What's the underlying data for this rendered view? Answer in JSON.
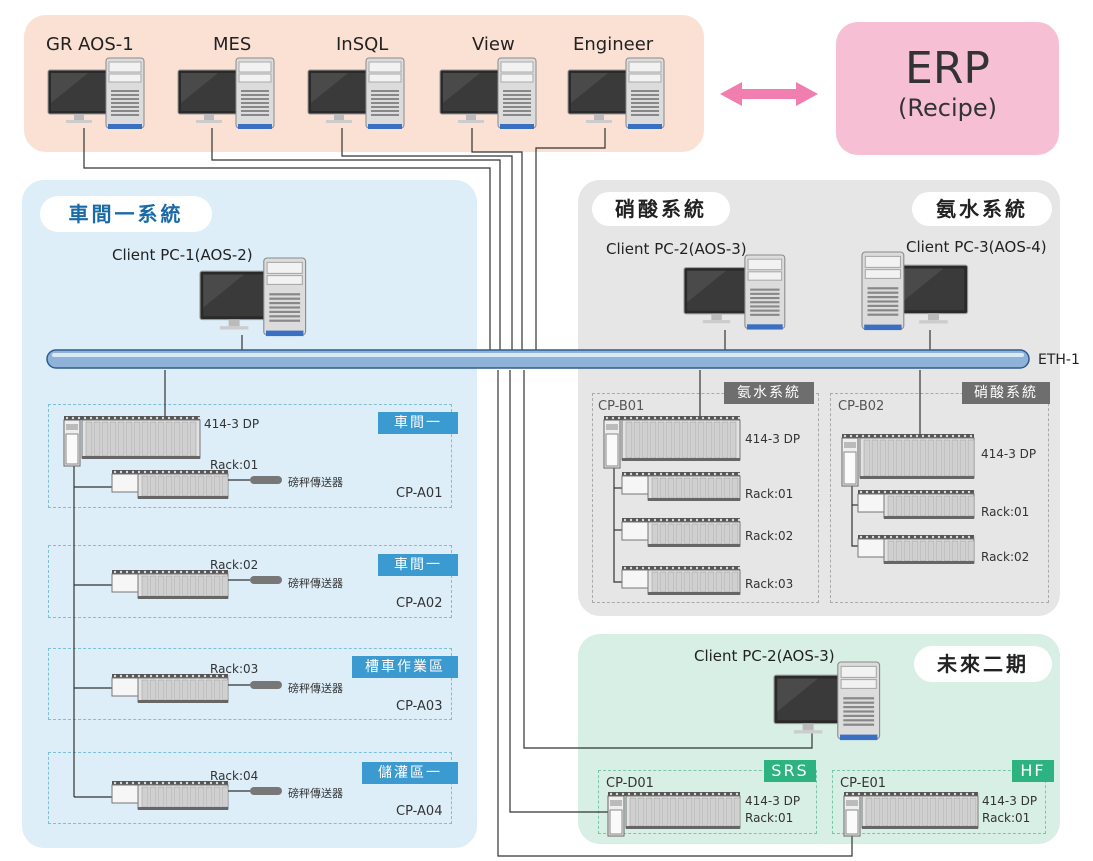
{
  "top": {
    "computers": [
      "GR  AOS-1",
      "MES",
      "InSQL",
      "View",
      "Engineer"
    ],
    "erp_title": "ERP",
    "erp_sub": "(Recipe)"
  },
  "left": {
    "title": "車間一系統",
    "client": "Client PC-1(AOS-2)",
    "panels": [
      {
        "tag": "車間一",
        "cp": "CP-A01",
        "rack": "Rack:01",
        "sensor": "磅秤傳送器",
        "dp": "414-3  DP"
      },
      {
        "tag": "車間一",
        "cp": "CP-A02",
        "rack": "Rack:02",
        "sensor": "磅秤傳送器"
      },
      {
        "tag": "槽車作業區",
        "cp": "CP-A03",
        "rack": "Rack:03",
        "sensor": "磅秤傳送器"
      },
      {
        "tag": "儲灌區一",
        "cp": "CP-A04",
        "rack": "Rack:04",
        "sensor": "磅秤傳送器"
      }
    ]
  },
  "right": {
    "title_left": "硝酸系統",
    "title_right": "氨水系統",
    "client_left": "Client PC-2(AOS-3)",
    "client_right": "Client PC-3(AOS-4)",
    "eth": "ETH-1",
    "b01": {
      "cp": "CP-B01",
      "tag": "氨水系統",
      "dp": "414-3  DP",
      "racks": [
        "Rack:01",
        "Rack:02",
        "Rack:03"
      ]
    },
    "b02": {
      "cp": "CP-B02",
      "tag": "硝酸系統",
      "dp": "414-3  DP",
      "racks": [
        "Rack:01",
        "Rack:02"
      ]
    }
  },
  "future": {
    "title": "未來二期",
    "client": "Client PC-2(AOS-3)",
    "d01": {
      "cp": "CP-D01",
      "tag": "SRS",
      "dp": "414-3  DP",
      "rack": "Rack:01"
    },
    "e01": {
      "cp": "CP-E01",
      "tag": "HF",
      "dp": "414-3  DP",
      "rack": "Rack:01"
    }
  },
  "colors": {
    "top_bg": "#fbe0d4",
    "erp_bg": "#f7bfd3",
    "left_bg": "#ddeef9",
    "right_bg": "#e6e6e6",
    "future_bg": "#d8efe6",
    "tag_blue": "#3b9ad0",
    "tag_gray": "#6e6e6e",
    "tag_green": "#2db37f",
    "bus": "#8fb2d8"
  }
}
